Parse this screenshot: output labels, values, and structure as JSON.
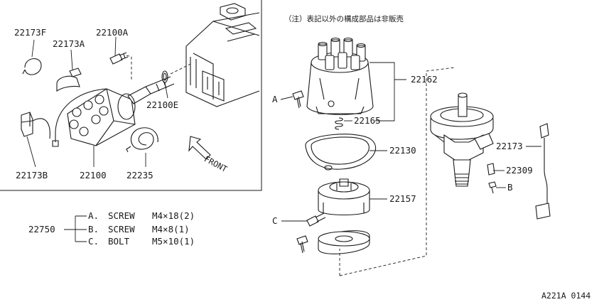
{
  "note": "（注）表記以外の構成部品は非販売",
  "catalog_code": "A221A 0144",
  "inset": {
    "labels": {
      "p22173F": "22173F",
      "p22100A": "22100A",
      "p22173A": "22173A",
      "p22100E": "22100E",
      "p22173B": "22173B",
      "p22100": "22100",
      "p22235": "22235",
      "front": "FRONT"
    }
  },
  "exploded": {
    "labels": {
      "p22162": "22162",
      "p22165": "22165",
      "p22130": "22130",
      "p22157": "22157",
      "p22173": "22173",
      "p22309": "22309",
      "refA": "A",
      "refB": "B",
      "refC": "C"
    }
  },
  "fastener_table": {
    "part_number": "22750",
    "rows": [
      {
        "ref": "A.",
        "name": "SCREW",
        "size": "M4×18(2)"
      },
      {
        "ref": "B.",
        "name": "SCREW",
        "size": "M4×8(1)"
      },
      {
        "ref": "C.",
        "name": "BOLT",
        "size": "M5×10(1)"
      }
    ]
  }
}
